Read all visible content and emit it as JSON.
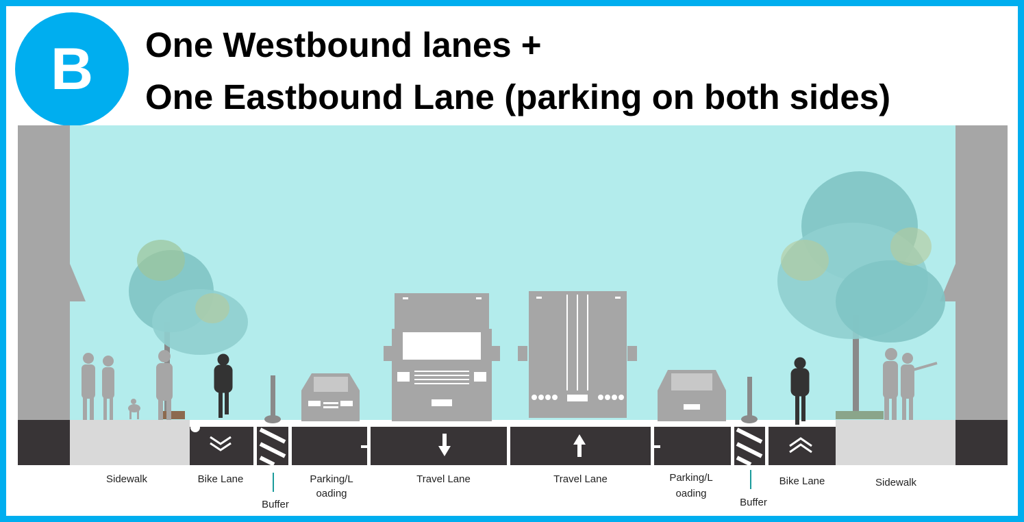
{
  "badge": "B",
  "title": {
    "line1": "One Westbound lanes +",
    "line2": "One Eastbound Lane (parking on both sides)"
  },
  "labels": {
    "sidewalk_left": "Sidewalk",
    "bike_lane_left": "Bike Lane",
    "buffer_left": "Buffer",
    "parking_left_1": "Parking/L",
    "parking_left_2": "oading",
    "travel_lane_west": "Travel Lane",
    "travel_lane_east": "Travel Lane",
    "parking_right_1": "Parking/L",
    "parking_right_2": "oading",
    "buffer_right": "Buffer",
    "bike_lane_right": "Bike Lane",
    "sidewalk_right": "Sidewalk"
  },
  "colors": {
    "frame": "#00aeef",
    "sky": "#b3ecec",
    "road": "#383436",
    "sidewalk": "#d9d9d9",
    "figure": "#a6a6a6",
    "tree": "#7fc4c4",
    "cyclist": "#333333"
  },
  "icons": {
    "lane_markings": [
      "double-chevron-down",
      "arrow-down",
      "arrow-up",
      "double-chevron-up"
    ]
  }
}
